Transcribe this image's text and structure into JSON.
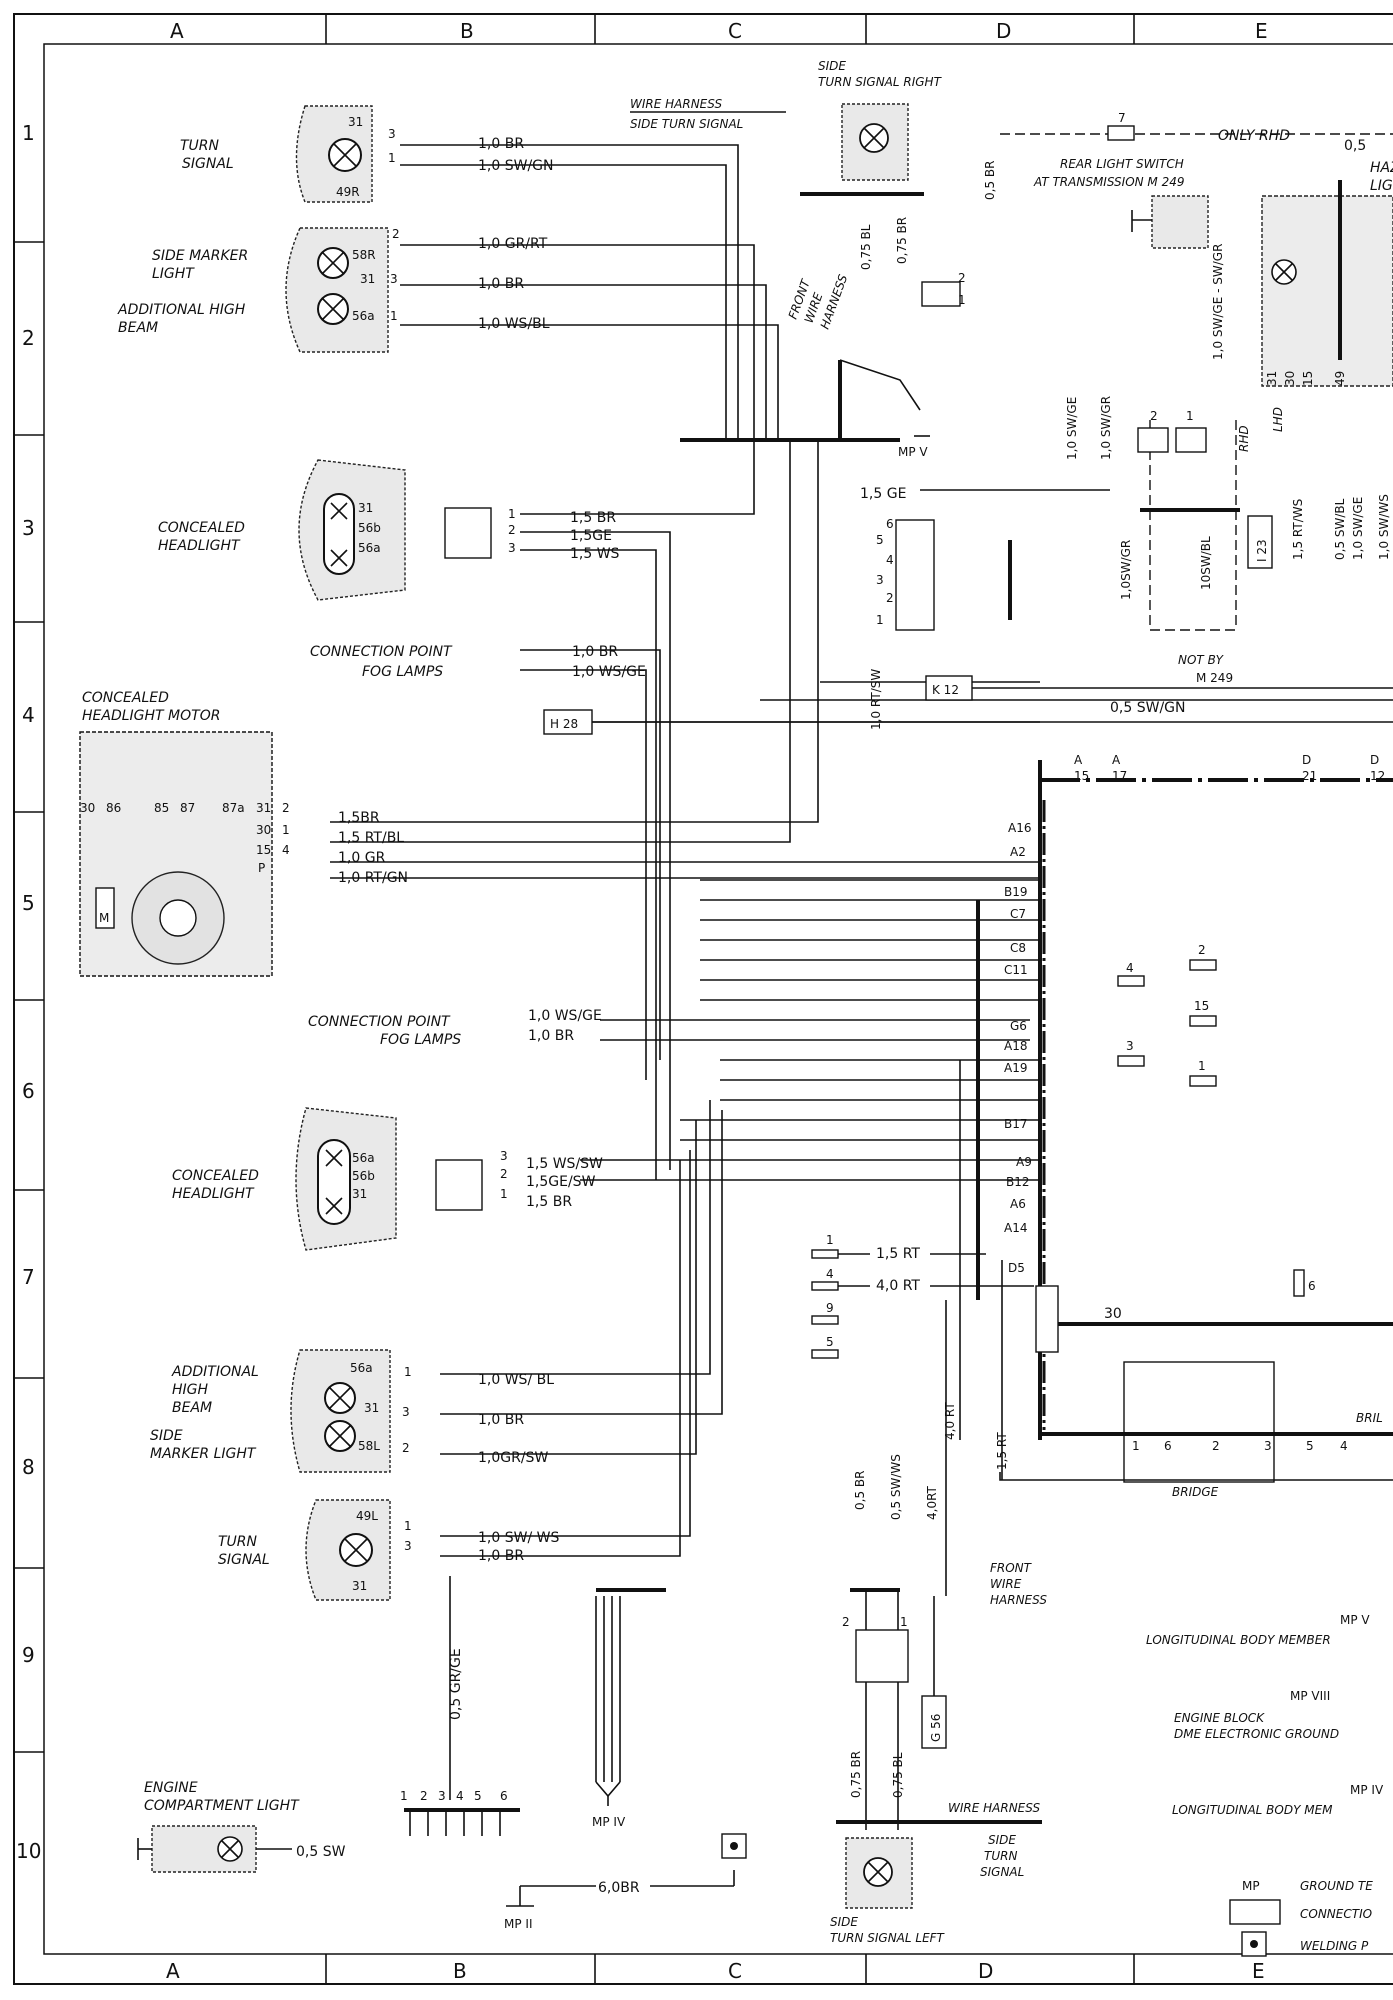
{
  "frame": {
    "cols": [
      "A",
      "B",
      "C",
      "D",
      "E"
    ],
    "rows": [
      "1",
      "2",
      "3",
      "4",
      "5",
      "6",
      "7",
      "8",
      "9",
      "10"
    ]
  },
  "components": {
    "turn_signal_right": {
      "label": [
        "TURN",
        "SIGNAL"
      ],
      "pins": [
        "31",
        "3",
        "1",
        "49R"
      ],
      "wires": [
        "1,0 BR",
        "1,0 SW/GN"
      ]
    },
    "side_marker_right": {
      "label": [
        "SIDE MARKER",
        "LIGHT"
      ],
      "pins": [
        "2",
        "58R",
        "31",
        "3",
        "56a",
        "1"
      ],
      "wires": [
        "1,0 GR/RT",
        "1,0 BR",
        "1,0 WS/BL"
      ]
    },
    "add_high_beam_right": {
      "label": [
        "ADDITIONAL HIGH",
        "BEAM"
      ]
    },
    "headlight_right": {
      "label": [
        "CONCEALED",
        "HEADLIGHT"
      ],
      "pins": [
        "31",
        "56b",
        "56a"
      ],
      "plug": [
        "1",
        "2",
        "3"
      ],
      "wires": [
        "1,5 BR",
        "1,5GE",
        "1,5 WS"
      ]
    },
    "connection_point_top": {
      "label": [
        "CONNECTION POINT",
        "FOG LAMPS"
      ],
      "wires": [
        "1,0 BR",
        "1,0 WS/GE"
      ]
    },
    "headlight_motor": {
      "label": [
        "CONCEALED",
        "HEADLIGHT MOTOR"
      ],
      "pins": [
        "30",
        "86",
        "85",
        "87",
        "87a",
        "31",
        "2",
        "30",
        "1",
        "15",
        "4",
        "P",
        "M"
      ],
      "wires": [
        "1,5BR",
        "1,5 RT/BL",
        "1,0 GR",
        "1,0 RT/GN"
      ]
    },
    "connection_point_bottom": {
      "label": [
        "CONNECTION POINT",
        "FOG LAMPS"
      ],
      "wires": [
        "1,0 WS/GE",
        "1,0 BR"
      ]
    },
    "headlight_left": {
      "label": [
        "CONCEALED",
        "HEADLIGHT"
      ],
      "pins": [
        "56a",
        "56b",
        "31"
      ],
      "plug": [
        "3",
        "2",
        "1"
      ],
      "wires": [
        "1,5 WS/SW",
        "1,5GE/SW",
        "1,5 BR"
      ]
    },
    "add_high_beam_left": {
      "label": [
        "ADDITIONAL",
        "HIGH",
        "BEAM"
      ],
      "pins": [
        "56a",
        "1",
        "31",
        "3",
        "58L",
        "2"
      ],
      "wires": [
        "1,0 WS/ BL",
        "1,0 BR",
        "1,0GR/SW"
      ]
    },
    "side_marker_left": {
      "label": [
        "SIDE",
        "MARKER LIGHT"
      ]
    },
    "turn_signal_left": {
      "label": [
        "TURN",
        "SIGNAL"
      ],
      "pins": [
        "49L",
        "1",
        "3",
        "31"
      ],
      "wires": [
        "1,0 SW/ WS",
        "1,0 BR"
      ]
    },
    "engine_light": {
      "label": [
        "ENGINE",
        "COMPARTMENT LIGHT"
      ],
      "wire": "0,5 SW"
    },
    "gr_ge_wire": "0,5 GR/GE",
    "connector6": {
      "pins": [
        "1",
        "2",
        "3",
        "4",
        "5",
        "6"
      ]
    },
    "mp2": {
      "label": "MP II",
      "wire": "6,0BR"
    },
    "mp4": "MP IV",
    "mp5": "MP V",
    "wire_harness_top": [
      "WIRE HARNESS",
      "SIDE TURN SIGNAL"
    ],
    "side_turn_right": [
      "SIDE",
      "TURN SIGNAL RIGHT"
    ],
    "front_wire_harness_top": [
      "FRONT",
      "WIRE",
      "HARNESS"
    ],
    "side_turn_wires": [
      "0,75 BL",
      "0,75 BR",
      "0,5 BR"
    ],
    "rear_light_switch": [
      "REAR LIGHT SWITCH",
      "AT TRANSMISSION M 249"
    ],
    "only_rhd": "ONLY RHD",
    "fuse_7": "7",
    "wire_05": "0,5",
    "hazard": [
      "HAZ",
      "LIG"
    ],
    "plug12": [
      "2",
      "1"
    ],
    "center_wires": [
      "1,0 SW/GE",
      "1,0 SW/GR",
      "1,0 SW/GE - SW/GR",
      "1,0SW/GR",
      "10SW/BL"
    ],
    "wire_15ge": "1,5 GE",
    "plug_pins": [
      "6",
      "5",
      "4",
      "3",
      "2",
      "1"
    ],
    "wire_rt_sw": "1,0 RT/SW",
    "not_by": [
      "NOT BY",
      "M 249"
    ],
    "k12": "K 12",
    "h28": "H 28",
    "i23": "I 23",
    "wire_sw_gn": "0,5 SW/GN",
    "rhd_lhd": [
      "RHD",
      "LHD"
    ],
    "pins_right": [
      "31",
      "30",
      "15",
      "49"
    ],
    "right_wires": [
      "1,5 RT/WS",
      "0,5 SW/BL",
      "1,0 SW/GE",
      "1,0 SW/WS"
    ],
    "bus_labels": [
      "A",
      "15",
      "A",
      "17",
      "D",
      "21",
      "D",
      "12"
    ],
    "connector_pins": [
      "A16",
      "A2",
      "B19",
      "C7",
      "C8",
      "C11",
      "G6",
      "A18",
      "A19",
      "B17",
      "A9",
      "B12",
      "A6",
      "A14",
      "D5"
    ],
    "fuses": [
      "2",
      "4",
      "15",
      "3",
      "1"
    ],
    "lower_fuses": [
      "1",
      "4",
      "9",
      "5"
    ],
    "lower_wires": [
      "1,5 RT",
      "4,0 RT"
    ],
    "bus30": "30",
    "fuse6": "6",
    "bridge": {
      "label": "BRIDGE",
      "pins": [
        "1",
        "6",
        "2",
        "3",
        "5",
        "4"
      ],
      "right": "BRIL"
    },
    "vertical_wires": [
      "4,0 RT",
      "1,5 RT",
      "0,5 BR",
      "0,5 SW/WS",
      "4,0RT"
    ],
    "front_wire_harness_bottom": [
      "FRONT",
      "WIRE",
      "HARNESS"
    ],
    "g56": "G 56",
    "bottom_plug": [
      "2",
      "1"
    ],
    "bottom_wires": [
      "0,75 BR",
      "0,75 BL"
    ],
    "wire_harness_bottom": [
      "WIRE HARNESS",
      "SIDE",
      "TURN",
      "SIGNAL"
    ],
    "side_turn_left": [
      "SIDE",
      "TURN SIGNAL LEFT"
    ],
    "mp_labels": {
      "mp5": [
        "MP V",
        "LONGITUDINAL BODY MEMBER"
      ],
      "mp8": [
        "MP VIII",
        "ENGINE BLOCK",
        "DME ELECTRONIC GROUND"
      ],
      "mp4": [
        "MP IV",
        "LONGITUDINAL BODY MEM"
      ]
    },
    "legend": {
      "mp": [
        "MP",
        "GROUND TE"
      ],
      "connection": "CONNECTIO",
      "welding": "WELDING P"
    }
  }
}
